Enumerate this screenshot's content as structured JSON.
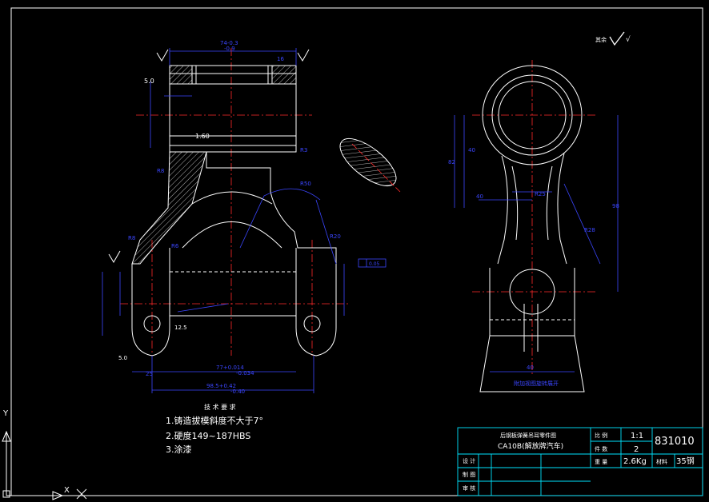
{
  "app": {
    "name": "CAD drawing viewer"
  },
  "colors": {
    "background": "#000000",
    "outline": "#ffffff",
    "dimension": "#3b46ff",
    "centerline": "#ff2a2a",
    "hatch": "#ffffff",
    "table": "#00e5ff",
    "text": "#ffffff"
  },
  "drawing": {
    "surface_mark_top_right": "√",
    "surface_mark_prefix": "其余",
    "tech_req": {
      "title": "技 术 要 求",
      "items": [
        "1.铸造拔模斜度不大于7°",
        "2.硬度149~187HBS",
        "3.涂漆"
      ]
    },
    "view_label_right": "附加视图旋转展开",
    "dims": {
      "top_width": "74-0.3",
      "top_width_sub": "-0.9",
      "top_right": "16",
      "left_mark": "5.0",
      "bottom_left": "25",
      "bottom_mid": "77+0.014",
      "bottom_mid_sub": "-0.034",
      "bottom_full": "98.5+0.42",
      "bottom_full_sub": "-0.40",
      "rough_a": "1.60",
      "rough_b": "12.5",
      "rough_c": "5.0",
      "right_dim_1": "82",
      "right_dim_2": "40",
      "right_dim_3": "98",
      "right_dim_4": "40",
      "right_dim_5": "40",
      "right_dim_6": "R25",
      "right_dim_7": "R28",
      "radius_1": "R8",
      "radius_2": "R8",
      "radius_3": "R6",
      "radius_4": "R50",
      "radius_5": "R20",
      "radius_6": "R3",
      "tol_frame": "0.05"
    }
  },
  "titleblock": {
    "part_name": "后钢板弹簧吊耳零件图",
    "model": "CA10B(解放牌汽车)",
    "scale_label": "比 例",
    "scale_value": "1:1",
    "qty_label": "件 数",
    "qty_value": "2",
    "weight_label": "重 量",
    "weight_value": "2.6Kg",
    "material_label": "材料",
    "material_value": "35钢",
    "drawing_no": "831010",
    "designer_label": "设 计",
    "drafter_label": "制 图",
    "checker_label": "审 核"
  },
  "ucs": {
    "x_label": "X",
    "y_label": "Y"
  }
}
